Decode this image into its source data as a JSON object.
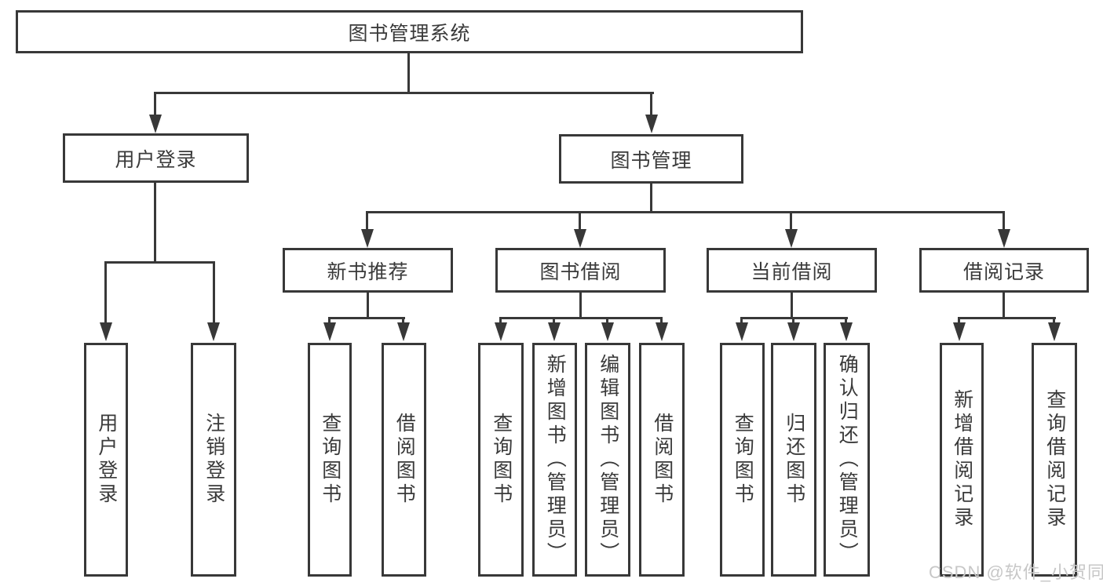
{
  "diagram_type": "hierarchy-tree",
  "tree": {
    "root": {
      "label": "图书管理系统"
    },
    "children": [
      {
        "label": "用户登录",
        "children": [
          {
            "label": "用户登录"
          },
          {
            "label": "注销登录"
          }
        ]
      },
      {
        "label": "图书管理",
        "children": [
          {
            "label": "新书推荐",
            "children": [
              {
                "label": "查询图书"
              },
              {
                "label": "借阅图书"
              }
            ]
          },
          {
            "label": "图书借阅",
            "children": [
              {
                "label": "查询图书"
              },
              {
                "label": "新增图书（管理员）"
              },
              {
                "label": "编辑图书（管理员）"
              },
              {
                "label": "借阅图书"
              }
            ]
          },
          {
            "label": "当前借阅",
            "children": [
              {
                "label": "查询图书"
              },
              {
                "label": "归还图书"
              },
              {
                "label": "确认归还（管理员）"
              }
            ]
          },
          {
            "label": "借阅记录",
            "children": [
              {
                "label": "新增借阅记录"
              },
              {
                "label": "查询借阅记录"
              }
            ]
          }
        ]
      }
    ]
  },
  "watermark": "CSDN @软件_小贺同学",
  "colors": {
    "background": "#ffffff",
    "line": "#383838",
    "text": "#3a3a3a",
    "watermark": "#c7c7c7"
  }
}
